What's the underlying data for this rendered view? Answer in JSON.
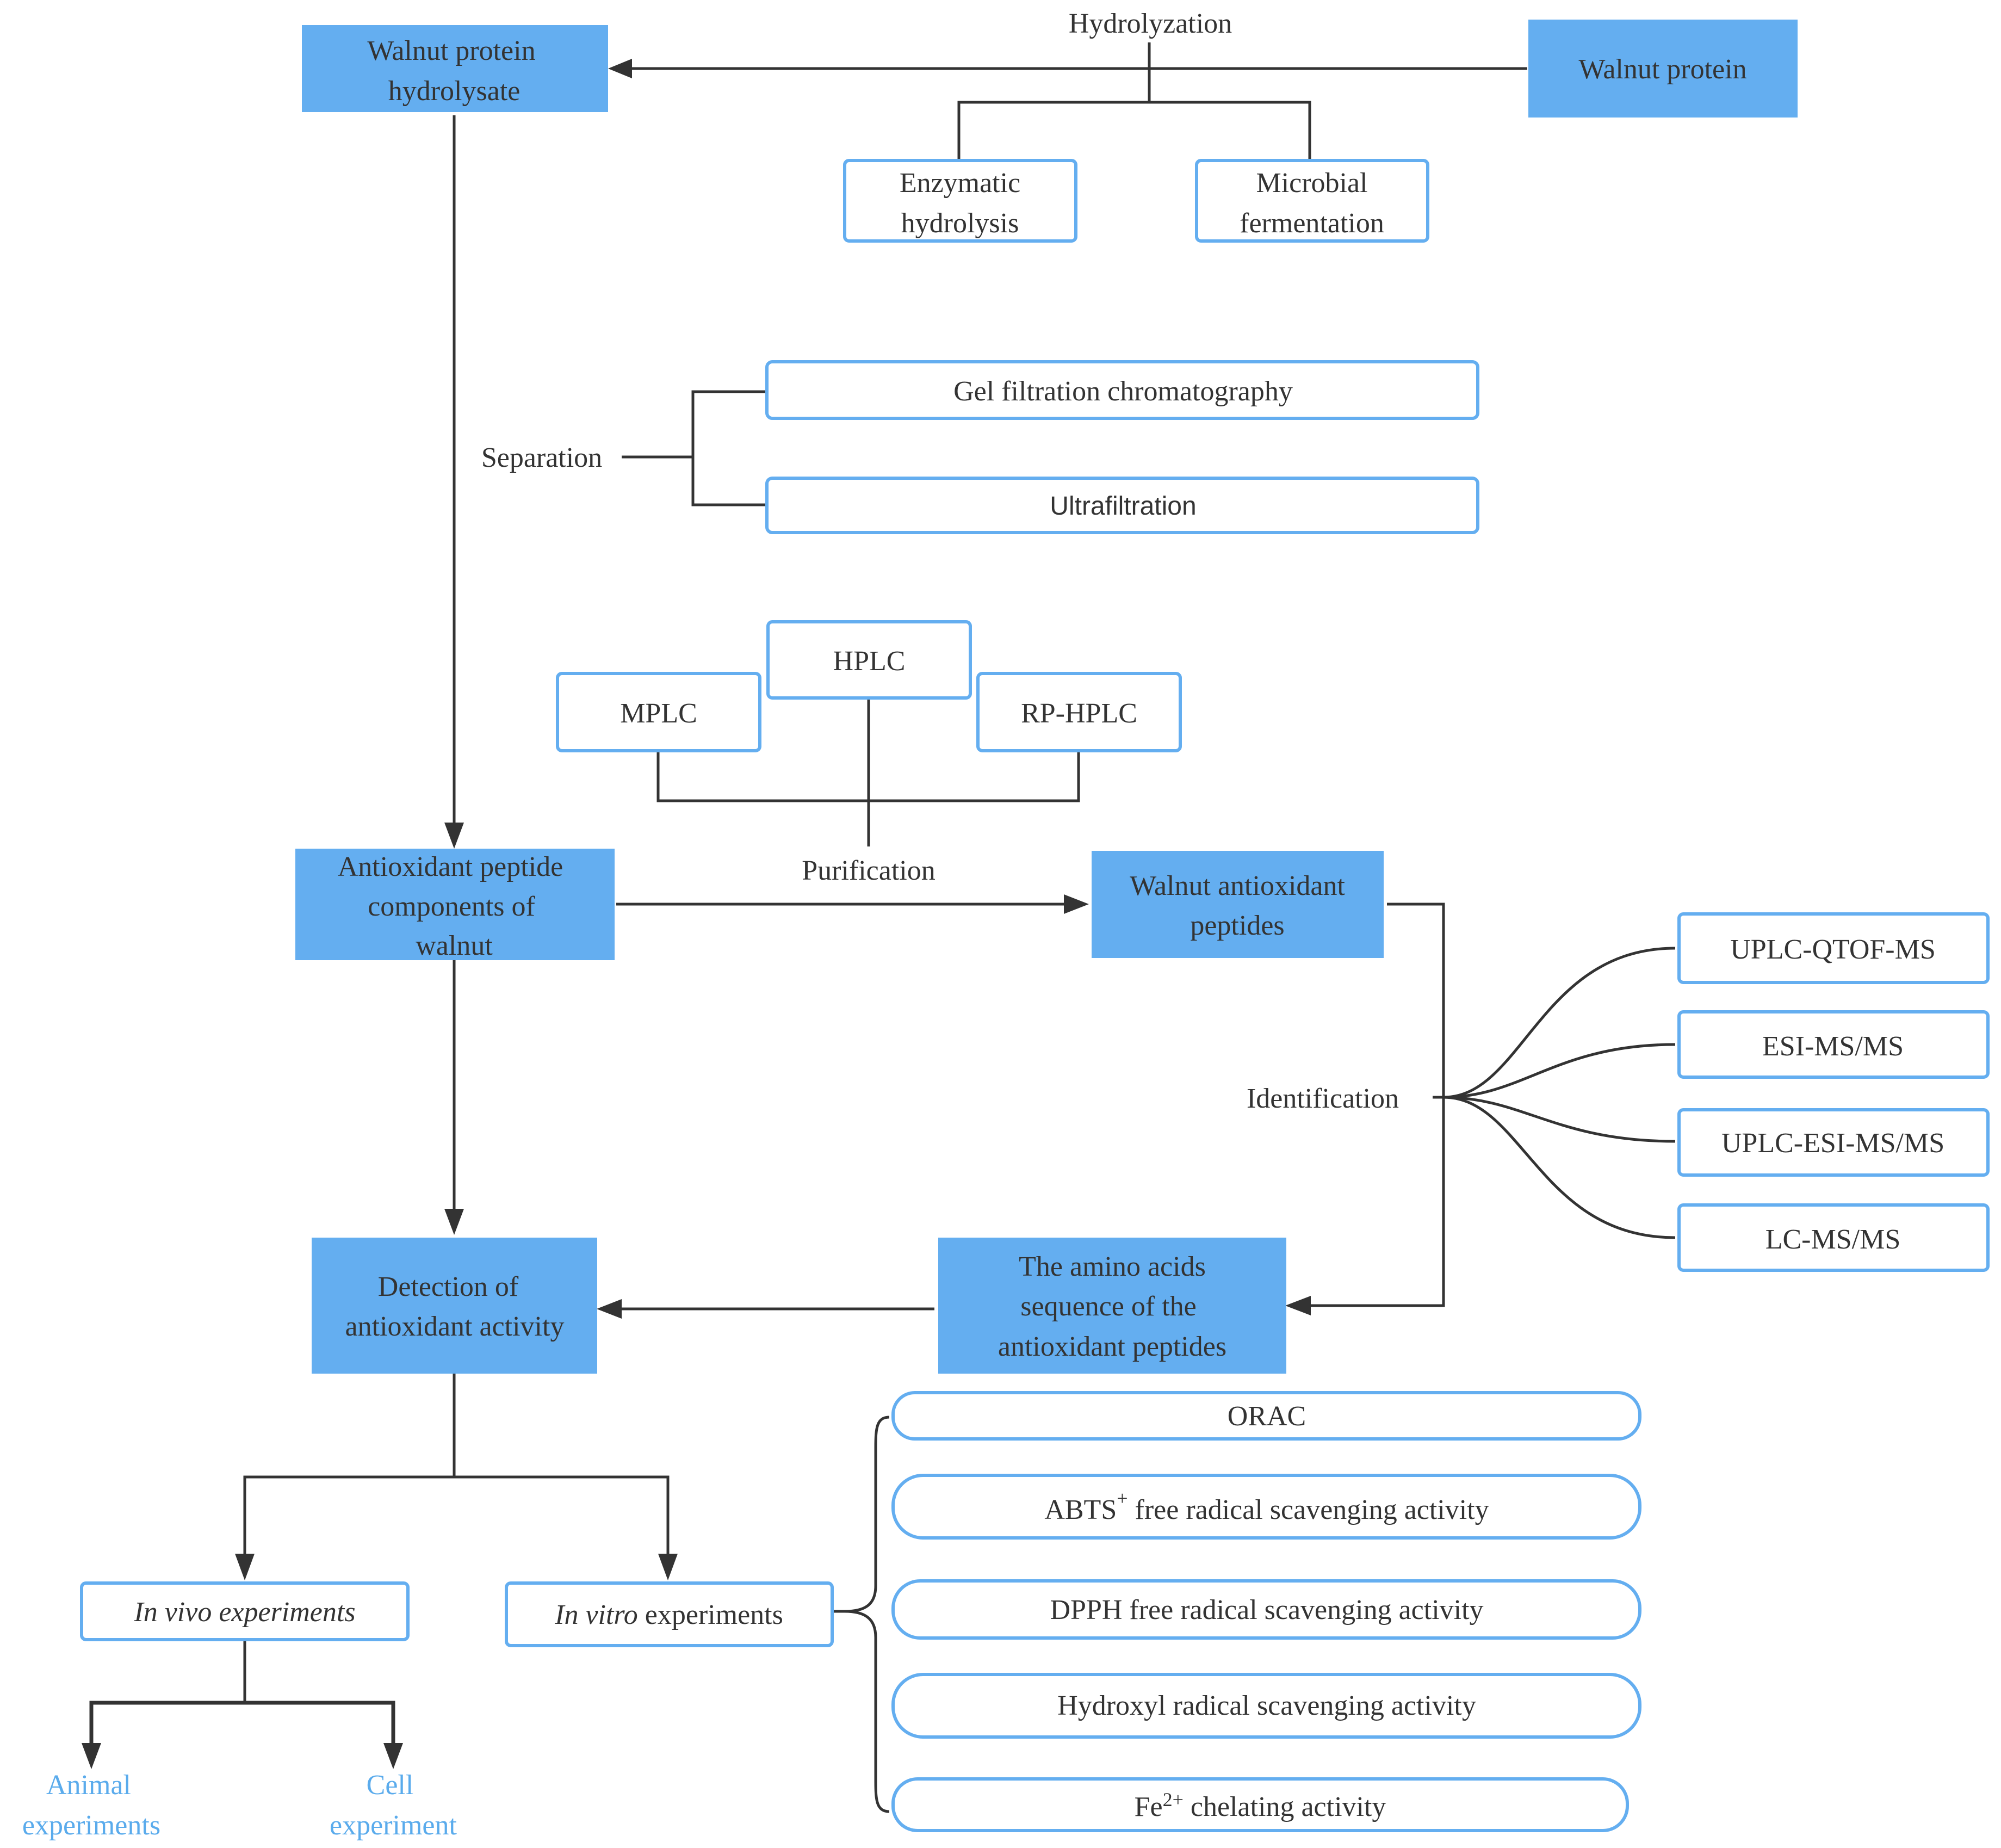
{
  "colors": {
    "fill": "#64aef0",
    "stroke": "#64aef0",
    "outline_fill": "#ffffff",
    "line": "#333333",
    "text": "#333333",
    "accent_text": "#5aabec"
  },
  "nodes": {
    "walnut_protein": "Walnut protein",
    "hydrolysate": [
      "Walnut protein",
      "hydrolysate"
    ],
    "enzymatic": [
      "Enzymatic",
      "hydrolysis"
    ],
    "microbial": [
      "Microbial",
      "fermentation"
    ],
    "gel_filtration": "Gel filtration chromatography",
    "ultrafiltration": "Ultrafiltration",
    "hplc": "HPLC",
    "mplc": "MPLC",
    "rp_hplc": "RP-HPLC",
    "components": [
      "Antioxidant peptide",
      "components of",
      "walnut"
    ],
    "walnut_peptides": [
      "Walnut antioxidant",
      "peptides"
    ],
    "uplc_qtof": "UPLC-QTOF-MS",
    "esi_ms": "ESI-MS/MS",
    "uplc_esi": "UPLC-ESI-MS/MS",
    "lc_ms": "LC-MS/MS",
    "sequence": [
      "The amino acids",
      "sequence of the",
      "antioxidant peptides"
    ],
    "detection": [
      "Detection of",
      "antioxidant activity"
    ],
    "in_vivo": "In vivo experiments",
    "in_vitro_italic": "In vitro",
    "in_vitro_rest": " experiments",
    "orac": "ORAC",
    "abts_main": "ABTS",
    "abts_sup": "+",
    "abts_rest": " free radical scavenging activity",
    "dpph": "DPPH free radical scavenging activity",
    "hydroxyl": "Hydroxyl radical scavenging activity",
    "fe_main": "Fe",
    "fe_sup": "2+",
    "fe_rest": " chelating activity",
    "animal": [
      "Animal",
      "experiments"
    ],
    "cell": [
      "Cell",
      "experiment"
    ]
  },
  "edge_labels": {
    "hydrolyzation": "Hydrolyzation",
    "separation": "Separation",
    "purification": "Purification",
    "identification": "Identification"
  }
}
